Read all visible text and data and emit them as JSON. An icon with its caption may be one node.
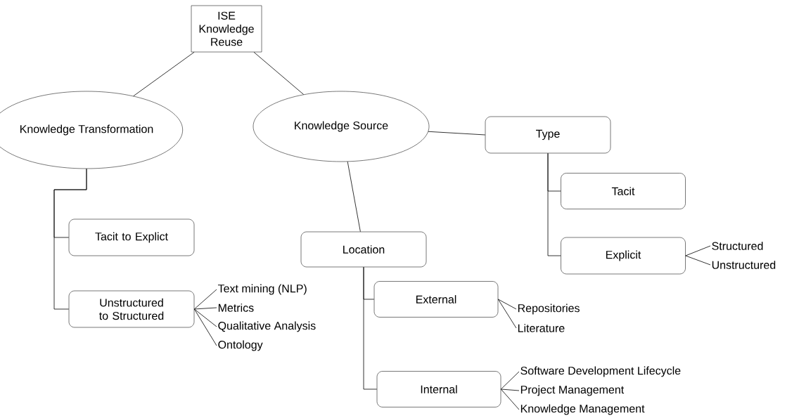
{
  "diagram": {
    "nodes": [
      {
        "text": [
          "ISE Knowledge Reuse"
        ]
      },
      {
        "text": [
          "Knowledge Transformation"
        ]
      },
      {
        "text": [
          "Knowledge Source"
        ]
      },
      {
        "text": [
          "Type"
        ]
      },
      {
        "text": [
          "Tacit to Explict"
        ]
      },
      {
        "text": [
          "Location"
        ]
      },
      {
        "text": [
          "Tacit"
        ]
      },
      {
        "text": [
          "Explicit"
        ]
      },
      {
        "text": [
          "Structured"
        ]
      },
      {
        "text": [
          "Unstructured"
        ]
      },
      {
        "text": [
          "Unstructured to Structured"
        ]
      },
      {
        "text": [
          "Text mining (NLP)"
        ]
      },
      {
        "text": [
          "Metrics"
        ]
      },
      {
        "text": [
          "Qualitative Analysis"
        ]
      },
      {
        "text": [
          "Ontology"
        ]
      },
      {
        "text": [
          "External"
        ]
      },
      {
        "text": [
          "Repositories"
        ]
      },
      {
        "text": [
          "Literature"
        ]
      },
      {
        "text": [
          "Internal"
        ]
      },
      {
        "text": [
          "Software Development Lifecycle"
        ]
      },
      {
        "text": [
          "Project Management"
        ]
      },
      {
        "text": [
          "Knowledge Management"
        ]
      }
    ],
    "edges": [
      {
        "from": 0,
        "to": 1,
        "arrow": "none"
      },
      {
        "from": 0,
        "to": 2,
        "arrow": "none"
      },
      {
        "from": 1,
        "to": 4,
        "arrow": "none"
      },
      {
        "from": 1,
        "to": 10,
        "arrow": "none"
      },
      {
        "from": 2,
        "to": 3,
        "arrow": "none"
      },
      {
        "from": 2,
        "to": 5,
        "arrow": "none"
      },
      {
        "from": 3,
        "to": 6,
        "arrow": "none"
      },
      {
        "from": 3,
        "to": 7,
        "arrow": "none"
      },
      {
        "from": 7,
        "to": 8,
        "arrow": "none"
      },
      {
        "from": 7,
        "to": 9,
        "arrow": "none"
      },
      {
        "from": 10,
        "to": 11,
        "arrow": "none"
      },
      {
        "from": 10,
        "to": 12,
        "arrow": "none"
      },
      {
        "from": 10,
        "to": 13,
        "arrow": "none"
      },
      {
        "from": 10,
        "to": 14,
        "arrow": "none"
      },
      {
        "from": 5,
        "to": 15,
        "arrow": "none"
      },
      {
        "from": 5,
        "to": 18,
        "arrow": "none"
      },
      {
        "from": 15,
        "to": 16,
        "arrow": "none"
      },
      {
        "from": 15,
        "to": 17,
        "arrow": "none"
      },
      {
        "from": 18,
        "to": 19,
        "arrow": "none"
      },
      {
        "from": 18,
        "to": 20,
        "arrow": "none"
      },
      {
        "from": 18,
        "to": 21,
        "arrow": "none"
      }
    ]
  }
}
